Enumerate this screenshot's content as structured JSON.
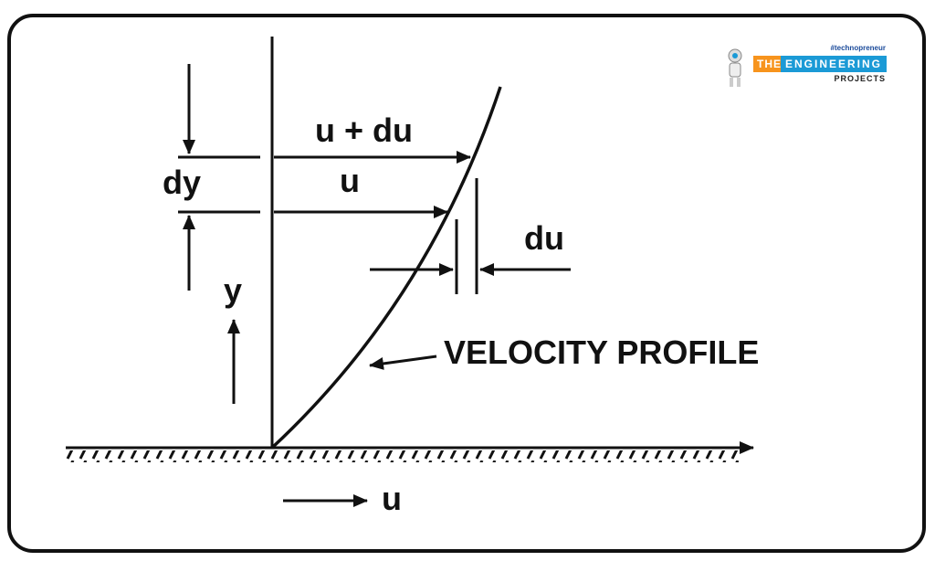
{
  "labels": {
    "u_plus_du": "u + du",
    "u_upper": "u",
    "dy": "dy",
    "du": "du",
    "y": "y",
    "velocity_profile": "VELOCITY PROFILE",
    "u_bottom": "u"
  },
  "logo": {
    "tagline": "#technopreneur",
    "the": "THE",
    "engineering": "ENGINEERING",
    "projects": "PROJECTS"
  },
  "colors": {
    "ink": "#111111",
    "logo_orange": "#f7941d",
    "logo_blue": "#1b9ad6"
  }
}
